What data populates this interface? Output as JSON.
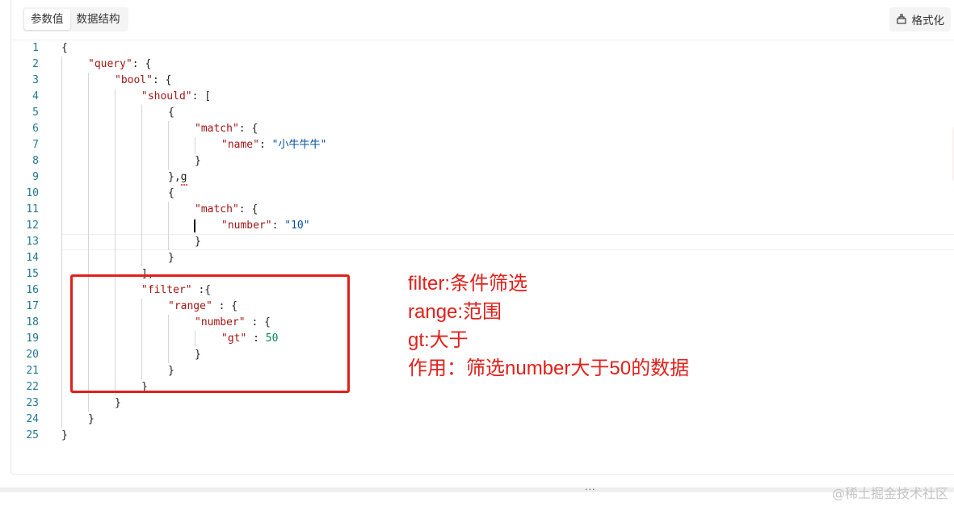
{
  "tabs": [
    {
      "label": "参数值",
      "active": true
    },
    {
      "label": "数据结构",
      "active": false
    }
  ],
  "format_button": {
    "label": "格式化",
    "icon": "format-icon"
  },
  "editor": {
    "lines": [
      {
        "no": "1",
        "indent": 0,
        "tokens": [
          [
            "p",
            "{"
          ]
        ]
      },
      {
        "no": "2",
        "indent": 1,
        "tokens": [
          [
            "k",
            "\"query\""
          ],
          [
            "p",
            ": {"
          ]
        ]
      },
      {
        "no": "3",
        "indent": 2,
        "tokens": [
          [
            "k",
            "\"bool\""
          ],
          [
            "p",
            ": {"
          ]
        ]
      },
      {
        "no": "4",
        "indent": 3,
        "tokens": [
          [
            "k",
            "\"should\""
          ],
          [
            "p",
            ": ["
          ]
        ]
      },
      {
        "no": "5",
        "indent": 4,
        "tokens": [
          [
            "p",
            "{"
          ]
        ]
      },
      {
        "no": "6",
        "indent": 5,
        "tokens": [
          [
            "k",
            "\"match\""
          ],
          [
            "p",
            ": {"
          ]
        ]
      },
      {
        "no": "7",
        "indent": 6,
        "tokens": [
          [
            "k",
            "\"name\""
          ],
          [
            "p",
            ": "
          ],
          [
            "s",
            "\"小牛牛牛\""
          ]
        ]
      },
      {
        "no": "8",
        "indent": 5,
        "tokens": [
          [
            "p",
            "}"
          ]
        ]
      },
      {
        "no": "9",
        "indent": 4,
        "tokens": [
          [
            "p",
            "},g"
          ]
        ]
      },
      {
        "no": "10",
        "indent": 4,
        "tokens": [
          [
            "p",
            "{"
          ]
        ]
      },
      {
        "no": "11",
        "indent": 5,
        "tokens": [
          [
            "k",
            "\"match\""
          ],
          [
            "p",
            ": {"
          ]
        ]
      },
      {
        "no": "12",
        "indent": 6,
        "tokens": [
          [
            "k",
            "\"number\""
          ],
          [
            "p",
            ": "
          ],
          [
            "s",
            "\"10\""
          ]
        ]
      },
      {
        "no": "13",
        "indent": 5,
        "tokens": [
          [
            "p",
            "}"
          ]
        ]
      },
      {
        "no": "14",
        "indent": 4,
        "tokens": [
          [
            "p",
            "}"
          ]
        ]
      },
      {
        "no": "15",
        "indent": 3,
        "tokens": [
          [
            "p",
            "],"
          ]
        ]
      },
      {
        "no": "16",
        "indent": 3,
        "tokens": [
          [
            "k",
            "\"filter\""
          ],
          [
            "p",
            " :{"
          ]
        ]
      },
      {
        "no": "17",
        "indent": 4,
        "tokens": [
          [
            "k",
            "\"range\""
          ],
          [
            "p",
            " : {"
          ]
        ]
      },
      {
        "no": "18",
        "indent": 5,
        "tokens": [
          [
            "k",
            "\"number\""
          ],
          [
            "p",
            " : {"
          ]
        ]
      },
      {
        "no": "19",
        "indent": 6,
        "tokens": [
          [
            "k",
            "\"gt\""
          ],
          [
            "p",
            " : "
          ],
          [
            "n",
            "50"
          ]
        ]
      },
      {
        "no": "20",
        "indent": 5,
        "tokens": [
          [
            "p",
            "}"
          ]
        ]
      },
      {
        "no": "21",
        "indent": 4,
        "tokens": [
          [
            "p",
            "}"
          ]
        ]
      },
      {
        "no": "22",
        "indent": 3,
        "tokens": [
          [
            "p",
            "}"
          ]
        ]
      },
      {
        "no": "23",
        "indent": 2,
        "tokens": [
          [
            "p",
            "}"
          ]
        ]
      },
      {
        "no": "24",
        "indent": 1,
        "tokens": [
          [
            "p",
            "}"
          ]
        ]
      },
      {
        "no": "25",
        "indent": 0,
        "tokens": [
          [
            "p",
            "}"
          ]
        ]
      }
    ],
    "current_line": "13"
  },
  "annotation": {
    "lines": [
      "filter:条件筛选",
      "range:范围",
      "gt:大于",
      "作用：筛选number大于50的数据"
    ],
    "color": "#e0201a"
  },
  "splitter": {
    "label": "···"
  },
  "watermark": "@稀土掘金技术社区",
  "colors": {
    "key": "#a31515",
    "string": "#0451a5",
    "number": "#098658",
    "line_number": "#237893"
  }
}
